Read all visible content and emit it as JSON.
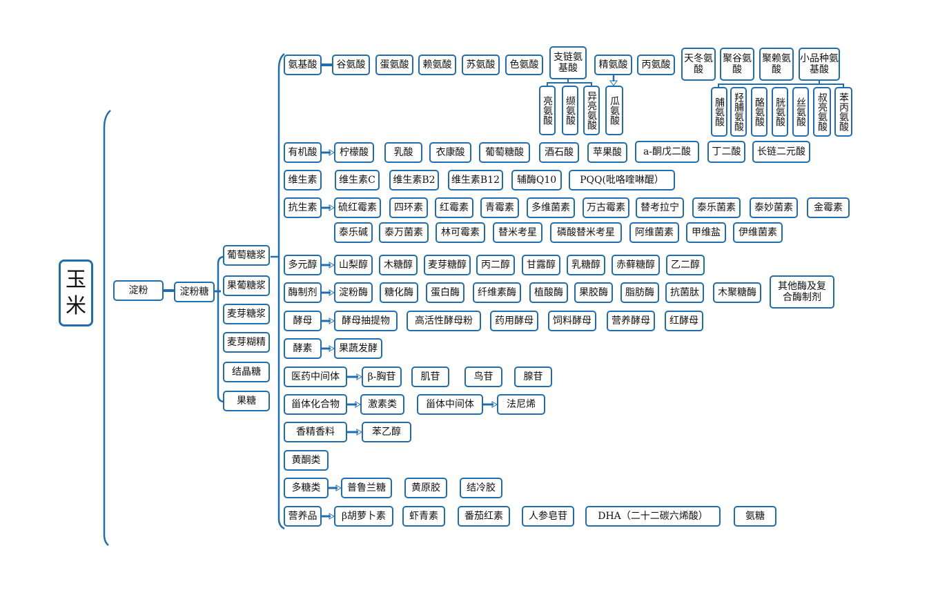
{
  "root": "玉米",
  "starch": "淀粉",
  "starch_sugar": "淀粉糖",
  "sugars": [
    "葡萄糖浆",
    "果葡糖浆",
    "麦芽糖浆",
    "麦芽糊精",
    "结晶糖",
    "果糖"
  ],
  "categories": {
    "amino": {
      "label": "氨基酸",
      "items": [
        "谷氨酸",
        "蛋氨酸",
        "赖氨酸",
        "苏氨酸",
        "色氨酸",
        "支链氨基酸",
        "精氨酸",
        "丙氨酸",
        "天冬氨酸",
        "聚谷氨酸",
        "聚赖氨酸",
        "小品种氨基酸"
      ],
      "bcaa_children": [
        "亮氨酸",
        "缬氨酸",
        "异亮氨酸"
      ],
      "arginine_child": "瓜氨酸",
      "small_children": [
        "脯氨酸",
        "羟脯氨酸",
        "酪氨酸",
        "胱氨酸",
        "丝氨酸",
        "叔亮氨酸",
        "苯丙氨酸"
      ]
    },
    "organic_acid": {
      "label": "有机酸",
      "items": [
        "柠檬酸",
        "乳酸",
        "衣康酸",
        "葡萄糖酸",
        "酒石酸",
        "苹果酸",
        "a-酮戊二酸",
        "丁二酸",
        "长链二元酸"
      ]
    },
    "vitamin": {
      "label": "维生素",
      "items": [
        "维生素C",
        "维生素B2",
        "维生素B12",
        "辅酶Q10",
        "PQQ(吡咯喹啉醌）"
      ]
    },
    "antibiotic": {
      "label": "抗生素",
      "row1": [
        "硫红霉素",
        "四环素",
        "红霉素",
        "青霉素",
        "多维菌素",
        "万古霉素",
        "替考拉宁",
        "泰乐菌素",
        "泰妙菌素",
        "金霉素"
      ],
      "row2": [
        "泰乐碱",
        "泰万菌素",
        "林可霉素",
        "替米考星",
        "磷酸替米考星",
        "阿维菌素",
        "甲维盐",
        "伊维菌素"
      ]
    },
    "polyol": {
      "label": "多元醇",
      "items": [
        "山梨醇",
        "木糖醇",
        "麦芽糖醇",
        "丙二醇",
        "甘露醇",
        "乳糖醇",
        "赤藓糖醇",
        "乙二醇"
      ]
    },
    "enzyme_prep": {
      "label": "酶制剂",
      "items": [
        "淀粉酶",
        "糖化酶",
        "蛋白酶",
        "纤维素酶",
        "植酸酶",
        "果胶酶",
        "脂肪酶",
        "抗菌肽",
        "木聚糖酶",
        "其他酶及复合酶制剂"
      ]
    },
    "yeast": {
      "label": "酵母",
      "items": [
        "酵母抽提物",
        "高活性酵母粉",
        "药用酵母",
        "饲料酵母",
        "营养酵母",
        "红酵母"
      ]
    },
    "ferment_enzyme": {
      "label": "酵素",
      "items": [
        "果蔬发酵"
      ]
    },
    "pharma": {
      "label": "医药中间体",
      "items": [
        "β-胸苷",
        "肌苷",
        "鸟苷",
        "腺苷"
      ]
    },
    "steroid": {
      "label": "甾体化合物",
      "items": [
        "激素类",
        "甾体中间体",
        "法尼烯"
      ]
    },
    "flavor": {
      "label": "香精香料",
      "items": [
        "苯乙醇"
      ]
    },
    "flavonoid": {
      "label": "黄酮类"
    },
    "polysaccharide": {
      "label": "多糖类",
      "items": [
        "普鲁兰糖",
        "黄原胶",
        "结冷胶"
      ]
    },
    "nutrition": {
      "label": "营养品",
      "items": [
        "β胡萝卜素",
        "虾青素",
        "番茄红素",
        "人参皂苷",
        "DHA（二十二碳六烯酸）",
        "氨糖"
      ]
    }
  },
  "colors": {
    "line": "#1f6db0",
    "text": "#111111",
    "background": "#ffffff"
  }
}
